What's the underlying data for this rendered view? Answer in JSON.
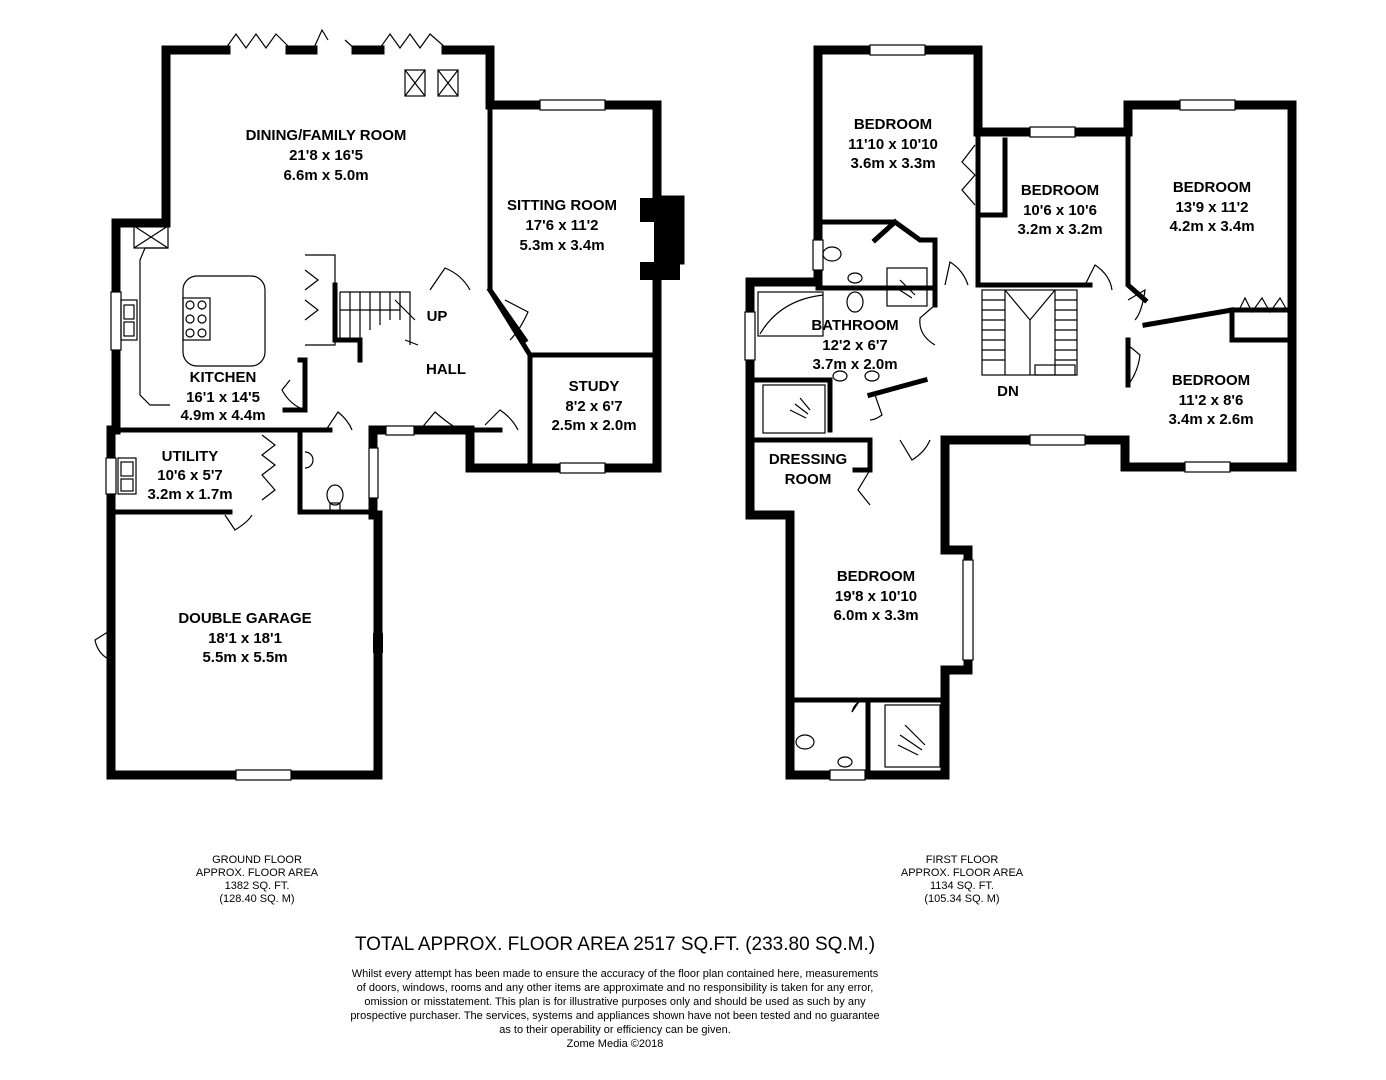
{
  "ground_floor": {
    "rooms": [
      {
        "name": "DINING/FAMILY ROOM",
        "imperial": "21'8 x 16'5",
        "metric": "6.6m x 5.0m"
      },
      {
        "name": "SITTING ROOM",
        "imperial": "17'6 x 11'2",
        "metric": "5.3m x 3.4m"
      },
      {
        "name": "KITCHEN",
        "imperial": "16'1 x 14'5",
        "metric": "4.9m x 4.4m"
      },
      {
        "name": "HALL",
        "imperial": "",
        "metric": ""
      },
      {
        "name": "STUDY",
        "imperial": "8'2 x 6'7",
        "metric": "2.5m x 2.0m"
      },
      {
        "name": "UTILITY",
        "imperial": "10'6 x 5'7",
        "metric": "3.2m x 1.7m"
      },
      {
        "name": "DOUBLE GARAGE",
        "imperial": "18'1 x 18'1",
        "metric": "5.5m x 5.5m"
      }
    ],
    "stair_label": "UP",
    "caption": [
      "GROUND FLOOR",
      "APPROX. FLOOR AREA",
      "1382 SQ. FT.",
      "(128.40 SQ. M)"
    ]
  },
  "first_floor": {
    "rooms": [
      {
        "name": "BEDROOM",
        "imperial": "11'10 x 10'10",
        "metric": "3.6m x 3.3m"
      },
      {
        "name": "BEDROOM",
        "imperial": "10'6 x 10'6",
        "metric": "3.2m x 3.2m"
      },
      {
        "name": "BEDROOM",
        "imperial": "13'9 x 11'2",
        "metric": "4.2m x 3.4m"
      },
      {
        "name": "BATHROOM",
        "imperial": "12'2 x 6'7",
        "metric": "3.7m x 2.0m"
      },
      {
        "name": "BEDROOM",
        "imperial": "11'2 x 8'6",
        "metric": "3.4m x 2.6m"
      },
      {
        "name": "DRESSING",
        "imperial": "ROOM",
        "metric": ""
      },
      {
        "name": "BEDROOM",
        "imperial": "19'8 x 10'10",
        "metric": "6.0m x 3.3m"
      }
    ],
    "stair_label": "DN",
    "caption": [
      "FIRST FLOOR",
      "APPROX. FLOOR AREA",
      "1134 SQ. FT.",
      "(105.34 SQ. M)"
    ]
  },
  "total": "TOTAL APPROX. FLOOR AREA 2517 SQ.FT. (233.80 SQ.M.)",
  "disclaimer": [
    "Whilst every attempt has been made to ensure the accuracy of the floor plan contained here, measurements",
    "of doors, windows, rooms and any other items are approximate and no responsibility is taken for any error,",
    "omission or misstatement. This plan is for illustrative purposes only and should be used as such by any",
    "prospective purchaser. The services, systems and appliances shown have not been tested and no guarantee",
    "as to their operability or efficiency can be given.",
    "Zome Media ©2018"
  ]
}
